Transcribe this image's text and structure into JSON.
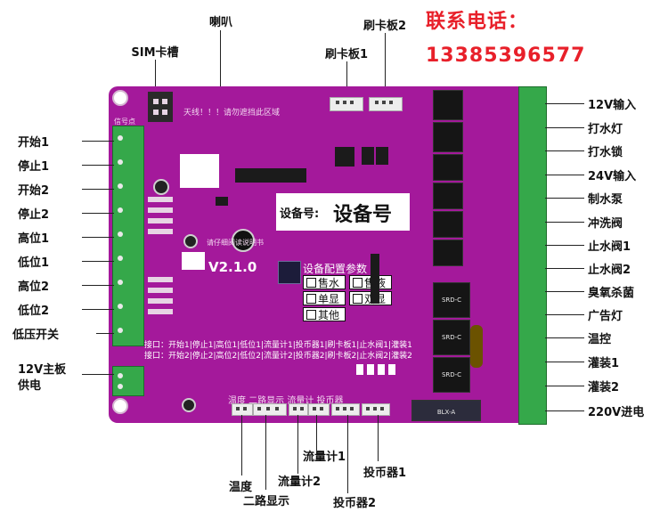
{
  "phone": {
    "line1": "联系电话：",
    "line2": "13385396577"
  },
  "top_labels": {
    "speaker": "喇叭",
    "sim": "SIM卡槽",
    "card1": "刷卡板1",
    "card2": "刷卡板2"
  },
  "left_labels": [
    "开始1",
    "停止1",
    "开始2",
    "停止2",
    "高位1",
    "低位1",
    "高位2",
    "低位2",
    "低压开关"
  ],
  "left_power": {
    "line1": "12V主板",
    "line2": "供电"
  },
  "right_labels": [
    "12V输入",
    "打水灯",
    "打水锁",
    "24V输入",
    "制水泵",
    "冲洗阀",
    "止水阀1",
    "止水阀2",
    "臭氧杀菌",
    "广告灯",
    "温控",
    "灌装1",
    "灌装2",
    "220V进电"
  ],
  "bottom_labels": {
    "temp": "温度",
    "dual": "二路显示",
    "flow2": "流量计2",
    "flow1": "流量计1",
    "coin2": "投币器2",
    "coin1": "投币器1"
  },
  "board": {
    "version": "V2.1.0",
    "device_label": "设备号:",
    "device_value": "设备号",
    "antenna_warning": "天线！！！请勿遮挡此区域",
    "config_title": "设备配置参数",
    "config_options": [
      "售水",
      "售液",
      "单显",
      "双显",
      "其他"
    ],
    "relay_label": "SRD-C",
    "fuse_label": "BLX-A",
    "warn_text": "请仔细阅读说明书",
    "port_row1": "接口：开始1|停止1|高位1|低位1|流量计1|投币器1|刷卡板1|止水阀1|灌装1",
    "port_row2": "接口：开始2|停止2|高位2|低位2|流量计2|投币器2|刷卡板2|止水阀2|灌装2",
    "bottom_silk": "温度  二路显示  流量计  投币器",
    "signal_silk": "信号点"
  },
  "colors": {
    "board": "#a4199b",
    "terminal": "#35a84a",
    "phone": "#e8202a"
  }
}
